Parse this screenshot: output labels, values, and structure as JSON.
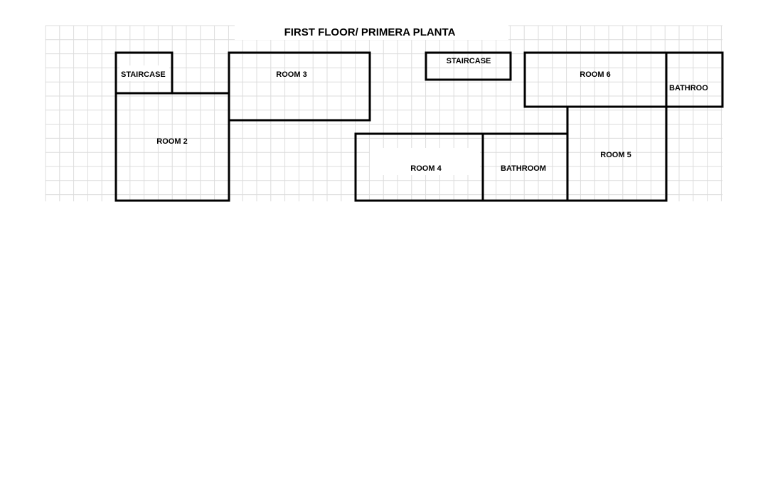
{
  "title": "FIRST FLOOR/ PRIMERA PLANTA",
  "colors": {
    "grid": "#dcdcdc",
    "walls": "#000000",
    "background": "#ffffff"
  },
  "rooms": [
    {
      "id": "staircase-left",
      "label": "STAIRCASE"
    },
    {
      "id": "room-2",
      "label": "ROOM 2"
    },
    {
      "id": "room-3",
      "label": "ROOM 3"
    },
    {
      "id": "room-4",
      "label": "ROOM 4"
    },
    {
      "id": "bathroom-center",
      "label": "BATHROOM"
    },
    {
      "id": "staircase-center",
      "label": "STAIRCASE"
    },
    {
      "id": "room-6",
      "label": "ROOM 6"
    },
    {
      "id": "bathroom-right",
      "label": "BATHROO"
    },
    {
      "id": "room-5",
      "label": "ROOM 5"
    }
  ]
}
